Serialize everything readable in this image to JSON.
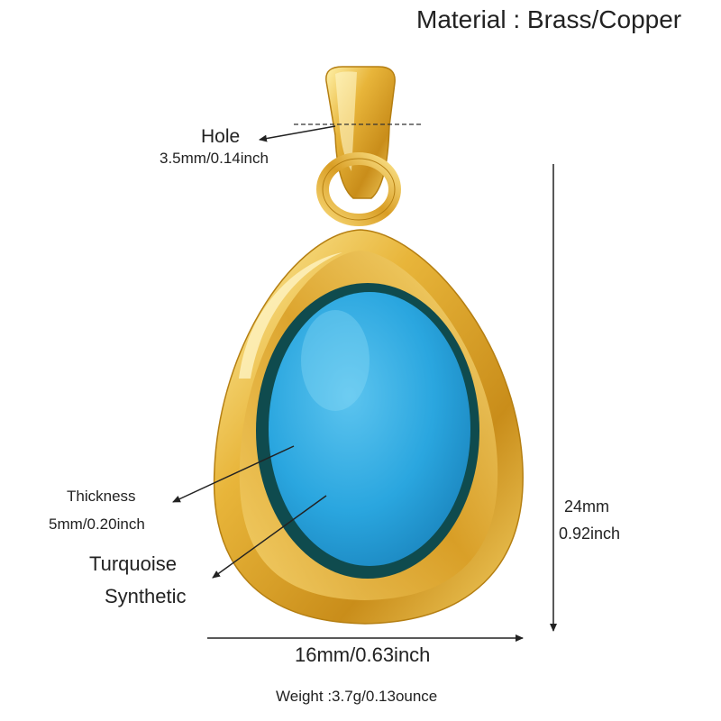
{
  "material": "Material : Brass/Copper",
  "hole": {
    "label": "Hole",
    "size": "3.5mm/0.14inch"
  },
  "thickness": {
    "label": "Thickness",
    "size": "5mm/0.20inch"
  },
  "stone": {
    "line1": "Turquoise",
    "line2": "Synthetic"
  },
  "height": {
    "mm": "24mm",
    "inch": "0.92inch"
  },
  "width": "16mm/0.63inch",
  "weight": "Weight :3.7g/0.13ounce",
  "colors": {
    "gold": "#e8b53a",
    "gold_highlight": "#fff3b0",
    "stone": "#2aa6df",
    "stone_rim": "#0f4b4e"
  }
}
